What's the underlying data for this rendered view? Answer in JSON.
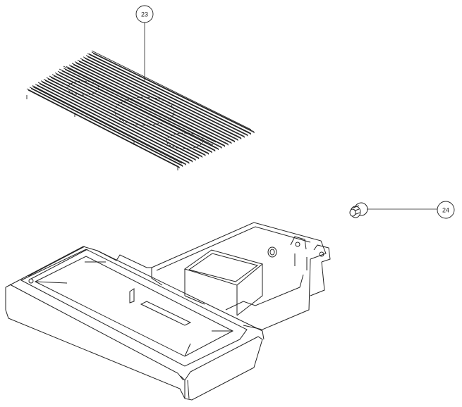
{
  "callouts": [
    {
      "id": "23",
      "label": "23",
      "part": "grille"
    },
    {
      "id": "24",
      "label": "24",
      "part": "small-fitting"
    }
  ],
  "colors": {
    "line": "#222222",
    "background": "#ffffff"
  }
}
